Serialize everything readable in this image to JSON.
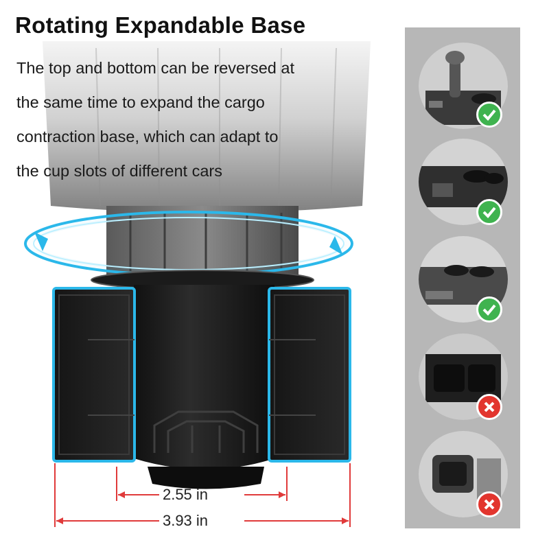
{
  "headline": "Rotating Expandable Base",
  "description_lines": [
    "The top and bottom can be reversed at",
    "the same time to expand the cargo",
    "contraction base, which can adapt to",
    "the cup slots of different cars"
  ],
  "dimensions": {
    "inner": "2.55 in",
    "outer": "3.93 in"
  },
  "compatibility": [
    {
      "status": "compatible",
      "icon": "check-icon"
    },
    {
      "status": "compatible",
      "icon": "check-icon"
    },
    {
      "status": "compatible",
      "icon": "check-icon"
    },
    {
      "status": "incompatible",
      "icon": "x-icon"
    },
    {
      "status": "incompatible",
      "icon": "x-icon"
    }
  ],
  "colors": {
    "accent_cyan": "#2bb8ea",
    "dimension_red": "#e03a3a",
    "check_green": "#3fb34f",
    "cross_red": "#e2352e",
    "panel_gray": "#b7b7b7",
    "body_black": "#1e1e1e"
  }
}
